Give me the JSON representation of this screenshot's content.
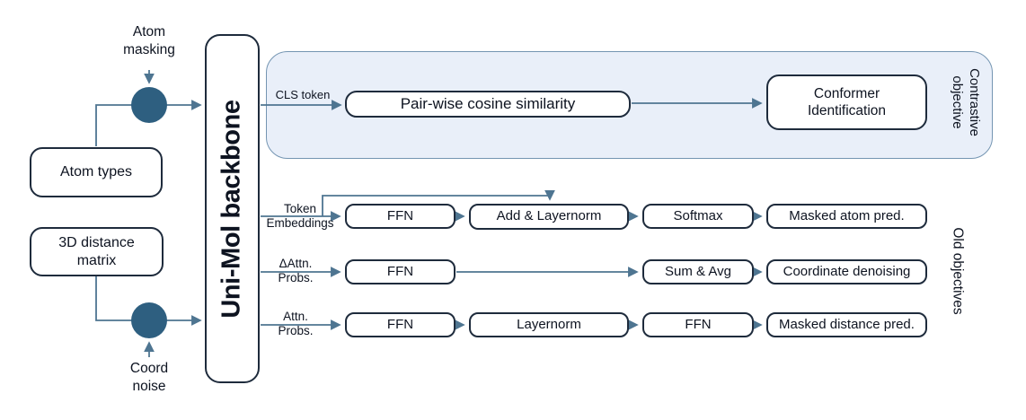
{
  "inputs": {
    "atom_masking": "Atom\nmasking",
    "atom_types": "Atom types",
    "distance_matrix": "3D distance\nmatrix",
    "coord_noise": "Coord\nnoise"
  },
  "backbone": {
    "label": "Uni-Mol backbone"
  },
  "contrastive": {
    "group_label": "Contrastive\nobjective",
    "cls_token": "CLS token",
    "similarity": "Pair-wise cosine similarity",
    "conformer": "Conformer\nIdentification"
  },
  "old_objectives": {
    "group_label": "Old objectives",
    "rows": [
      {
        "label": "Token\nEmbeddings",
        "boxes": [
          "FFN",
          "Add & Layernorm",
          "Softmax",
          "Masked atom pred."
        ]
      },
      {
        "label": "ΔAttn.\nProbs.",
        "boxes": [
          "FFN",
          "Sum & Avg",
          "Coordinate denoising"
        ]
      },
      {
        "label": "Attn.\nProbs.",
        "boxes": [
          "FFN",
          "Layernorm",
          "FFN",
          "Masked distance pred."
        ]
      }
    ]
  },
  "colors": {
    "connector": "#4e7591",
    "mask_node_fill": "#2e5f80",
    "box_border": "#1e2b3c",
    "group_fill": "#e9eff9",
    "group_border": "#7495b2",
    "text": "#0d1320"
  }
}
